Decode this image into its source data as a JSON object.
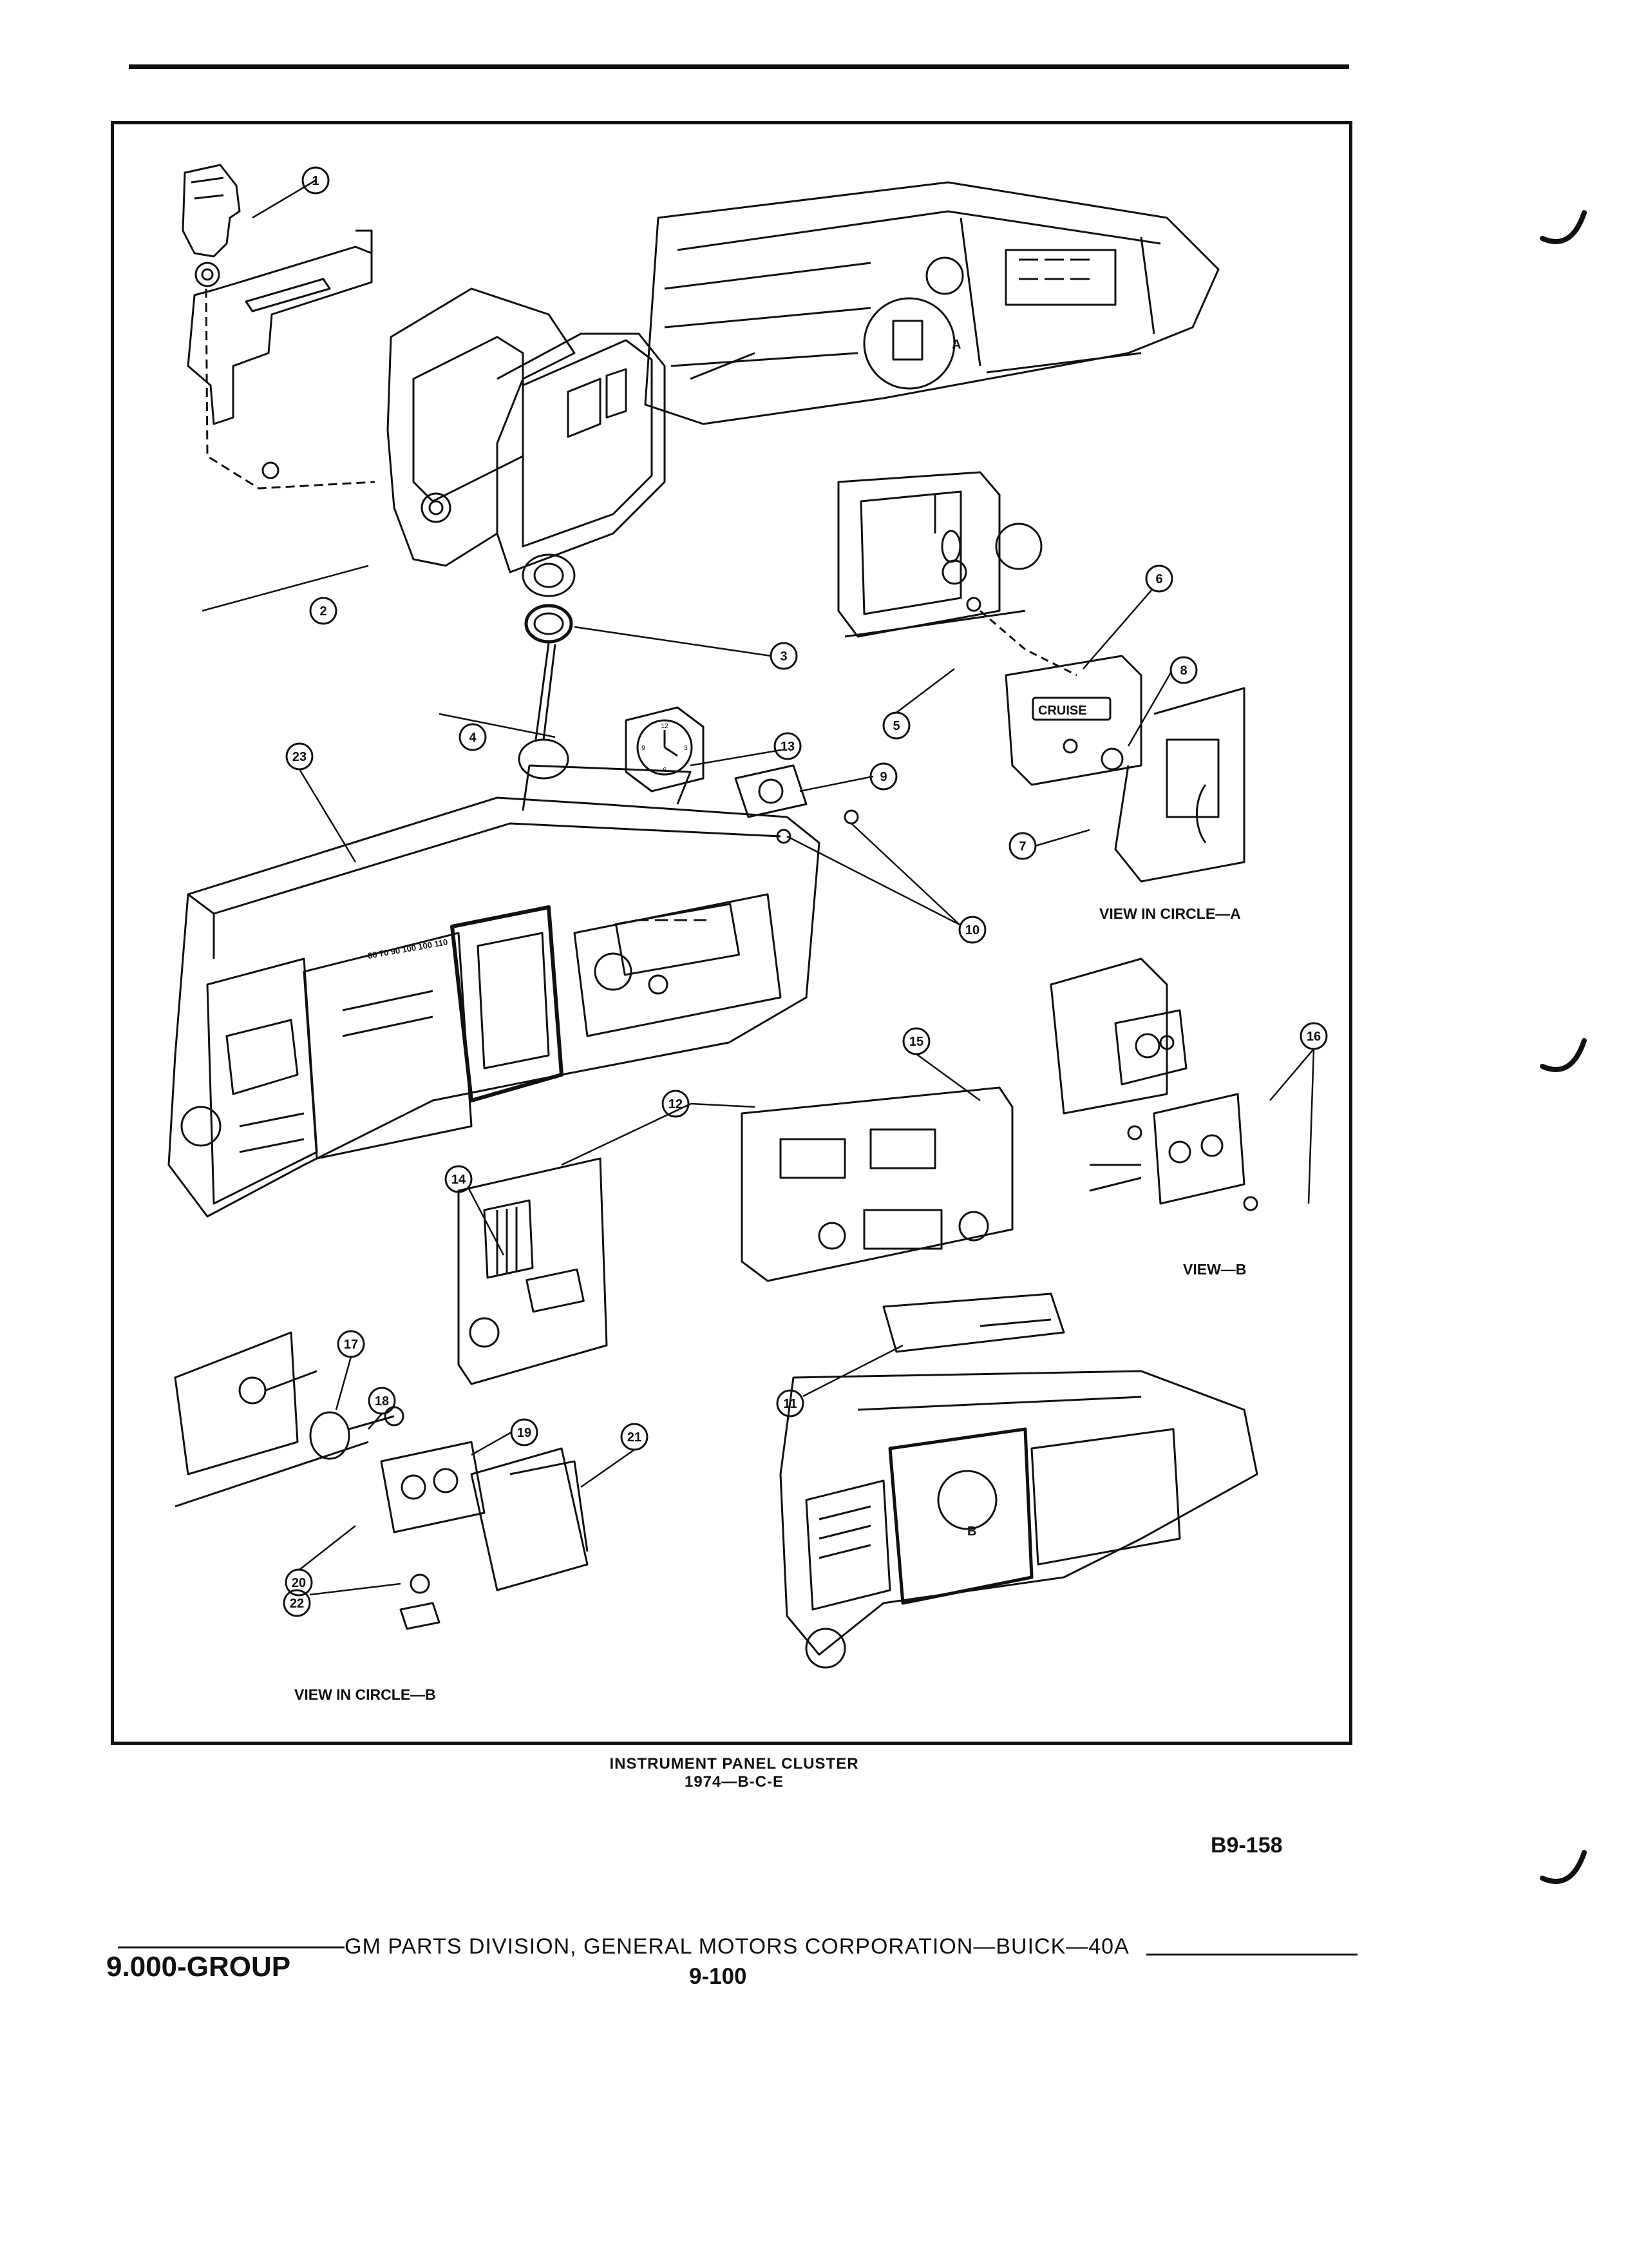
{
  "callouts": {
    "c1": "1",
    "c2": "2",
    "c3": "3",
    "c4": "4",
    "c5": "5",
    "c6": "6",
    "c7": "7",
    "c8": "8",
    "c9": "9",
    "c10": "10",
    "c11": "11",
    "c12": "12",
    "c13": "13",
    "c14": "14",
    "c15": "15",
    "c16": "16",
    "c17": "17",
    "c18": "18",
    "c19": "19",
    "c20": "20",
    "c21": "21",
    "c22": "22",
    "c23": "23"
  },
  "views": {
    "circle_a": "VIEW IN CIRCLE—A",
    "view_b": "VIEW—B",
    "circle_b": "VIEW IN CIRCLE—B"
  },
  "markers": {
    "a": "A",
    "b": "B"
  },
  "switch_labels": {
    "cruise": "CRUISE"
  },
  "clock_numerals": {
    "n12": "12",
    "n3": "3",
    "n6": "6",
    "n9": "9"
  },
  "speedometer_scale": "80 70 90 100 100 110",
  "caption": {
    "title": "INSTRUMENT PANEL CLUSTER",
    "subtitle": "1974—B-C-E"
  },
  "figure_code": "B9-158",
  "footer": {
    "publisher": "GM PARTS DIVISION, GENERAL MOTORS CORPORATION—BUICK—40A",
    "group": "9.000-GROUP",
    "page": "9-100"
  }
}
